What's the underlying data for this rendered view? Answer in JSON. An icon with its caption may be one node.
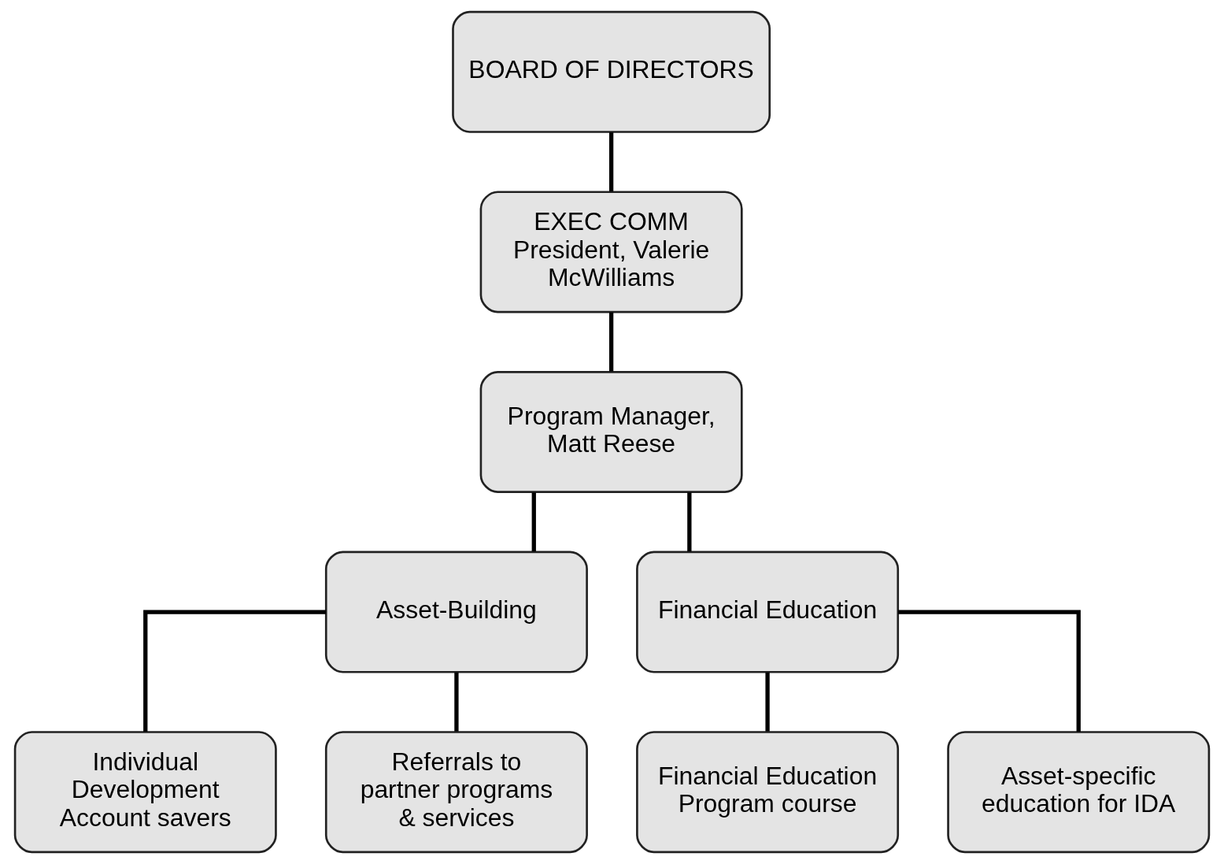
{
  "diagram": {
    "nodes": [
      {
        "text": [
          "BOARD OF DIRECTORS"
        ]
      },
      {
        "text": [
          "EXEC COMM",
          "President, Valerie McWilliams"
        ]
      },
      {
        "text": [
          "Program Manager, Matt Reese"
        ]
      },
      {
        "text": [
          "Asset-Building"
        ]
      },
      {
        "text": [
          "Financial Education"
        ]
      },
      {
        "text": [
          "Individual Development Account savers"
        ]
      },
      {
        "text": [
          "Referrals to partner programs & services"
        ]
      },
      {
        "text": [
          "Financial Education Program course"
        ]
      },
      {
        "text": [
          "Asset-specific education for IDA"
        ]
      }
    ],
    "edges": [
      {
        "from": 0,
        "to": 1,
        "arrow": "none"
      },
      {
        "from": 1,
        "to": 2,
        "arrow": "none"
      },
      {
        "from": 2,
        "to": 3,
        "arrow": "none"
      },
      {
        "from": 2,
        "to": 4,
        "arrow": "none"
      },
      {
        "from": 3,
        "to": 5,
        "arrow": "none"
      },
      {
        "from": 3,
        "to": 6,
        "arrow": "none"
      },
      {
        "from": 4,
        "to": 7,
        "arrow": "none"
      },
      {
        "from": 4,
        "to": 8,
        "arrow": "none"
      }
    ]
  }
}
